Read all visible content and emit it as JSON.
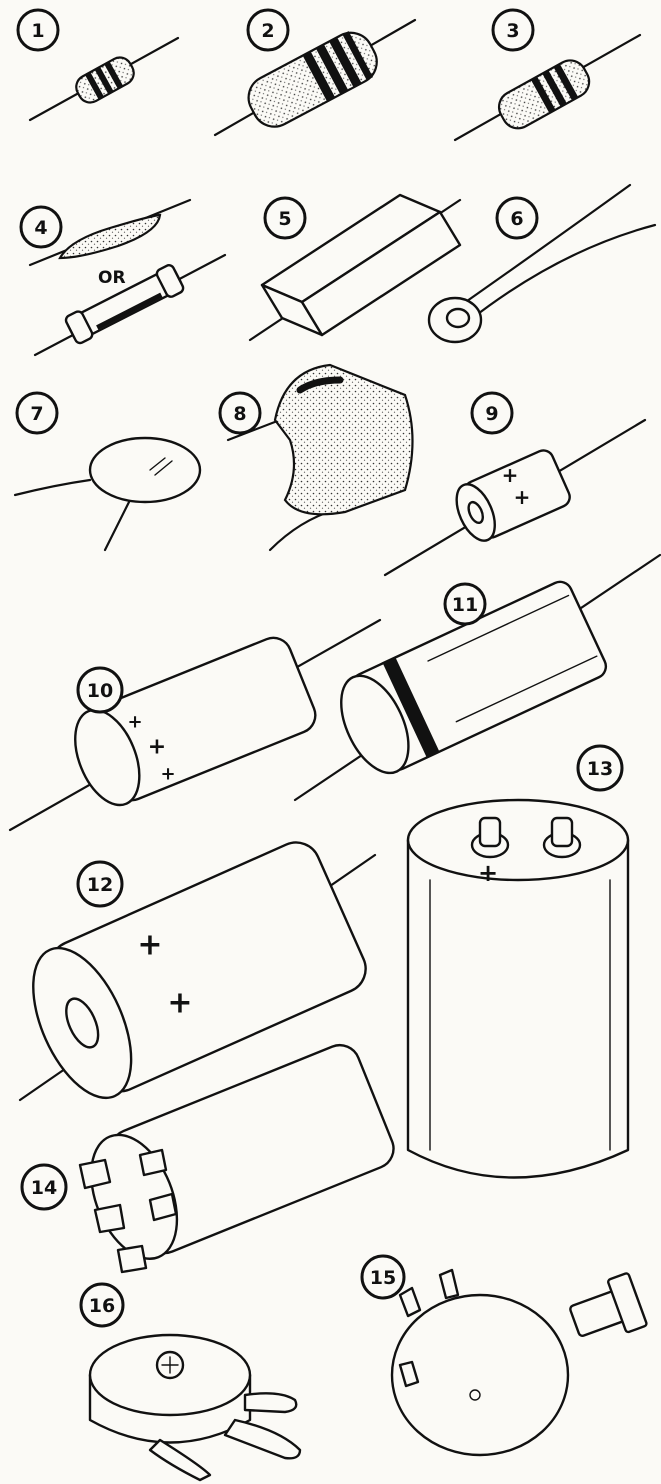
{
  "figure": {
    "labels": [
      "1",
      "2",
      "3",
      "4",
      "5",
      "6",
      "7",
      "8",
      "9",
      "10",
      "11",
      "12",
      "13",
      "14",
      "15",
      "16"
    ],
    "or_text": "OR",
    "polarity_mark": "+",
    "colors": {
      "ink": "#111111",
      "paper": "#fbfaf6"
    }
  }
}
